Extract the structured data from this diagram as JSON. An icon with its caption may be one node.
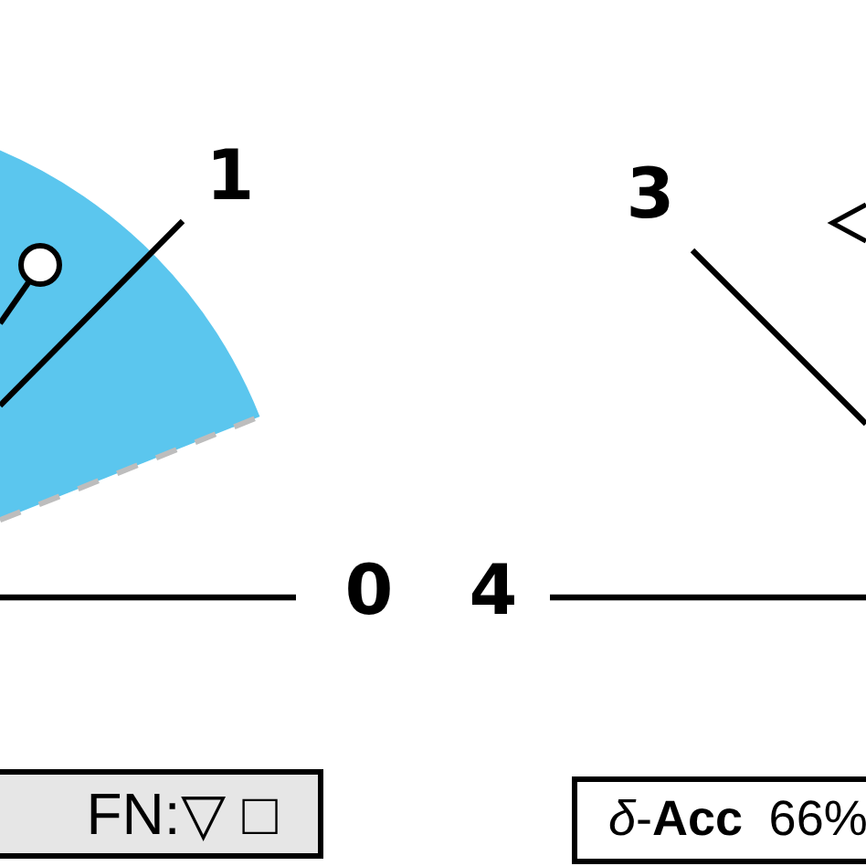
{
  "diagram": {
    "nodes": [
      {
        "text": [
          "FN:▽ □"
        ]
      },
      {
        "text": [
          "*δ*-**Acc** 66%"
        ]
      }
    ],
    "labels": [
      "1",
      "3",
      "0",
      "4"
    ]
  }
}
